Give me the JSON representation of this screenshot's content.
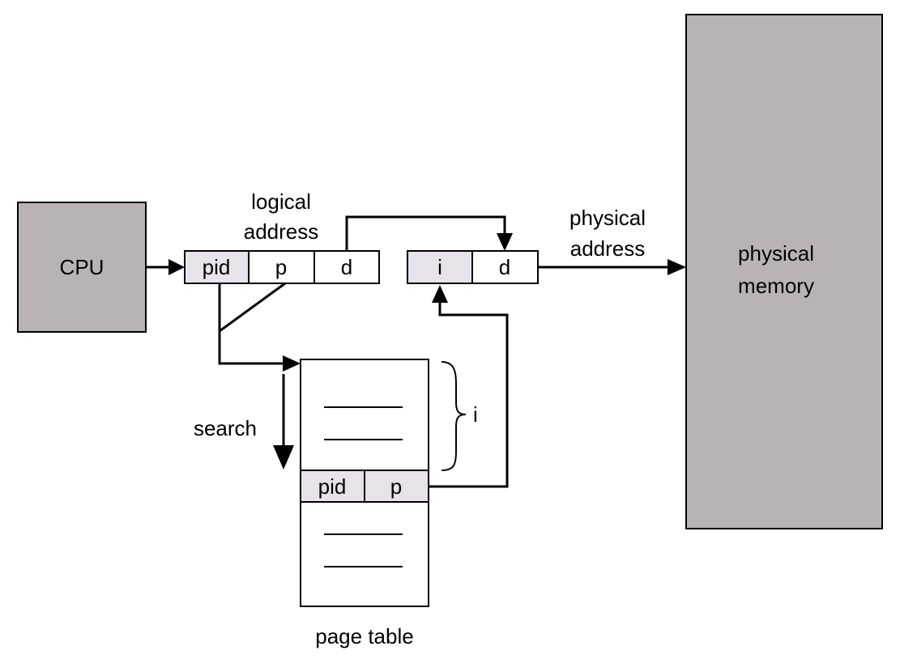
{
  "colors": {
    "block_fill": "#b9b3b8",
    "highlight_cell": "#e8e2ea",
    "white": "#ffffff",
    "stroke": "#000000"
  },
  "cpu": {
    "label": "CPU"
  },
  "logical_address": {
    "label_line1": "logical",
    "label_line2": "address",
    "cells": [
      "pid",
      "p",
      "d"
    ]
  },
  "physical_address": {
    "label_line1": "physical",
    "label_line2": "address",
    "cells": [
      "i",
      "d"
    ]
  },
  "physical_memory": {
    "label_line1": "physical",
    "label_line2": "memory"
  },
  "page_table": {
    "label": "page table",
    "entry_cells": [
      "pid",
      "p"
    ],
    "index_label": "i"
  },
  "search": {
    "label": "search"
  }
}
